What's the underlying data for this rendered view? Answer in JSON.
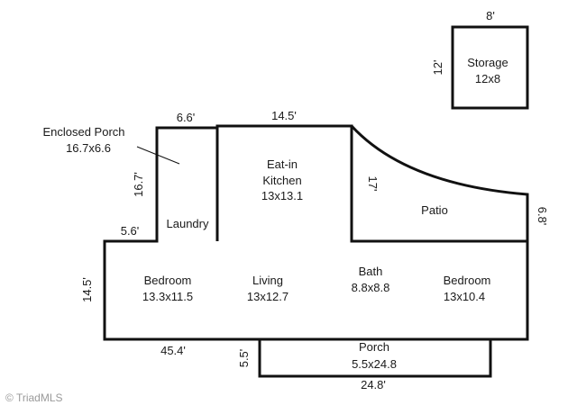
{
  "rooms": {
    "storage": {
      "name": "Storage",
      "size": "12x8"
    },
    "enclosed_porch": {
      "name": "Enclosed Porch",
      "size": "16.7x6.6"
    },
    "laundry": {
      "name": "Laundry"
    },
    "kitchen": {
      "name_line1": "Eat-in",
      "name_line2": "Kitchen",
      "size": "13x13.1"
    },
    "patio": {
      "name": "Patio"
    },
    "bedroom_left": {
      "name": "Bedroom",
      "size": "13.3x11.5"
    },
    "living": {
      "name": "Living",
      "size": "13x12.7"
    },
    "bath": {
      "name": "Bath",
      "size": "8.8x8.8"
    },
    "bedroom_right": {
      "name": "Bedroom",
      "size": "13x10.4"
    },
    "porch": {
      "name": "Porch",
      "size": "5.5x24.8"
    }
  },
  "dimensions": {
    "storage_width": "8'",
    "storage_depth": "12'",
    "enclosed_porch_width": "6.6'",
    "enclosed_porch_depth": "16.7'",
    "kitchen_width": "14.5'",
    "patio_left": "17'",
    "patio_right": "6.8'",
    "step_width": "5.6'",
    "main_depth": "14.5'",
    "main_width": "45.4'",
    "porch_depth": "5.5'",
    "porch_width": "24.8'"
  },
  "watermark": {
    "text": "© TriadMLS"
  }
}
